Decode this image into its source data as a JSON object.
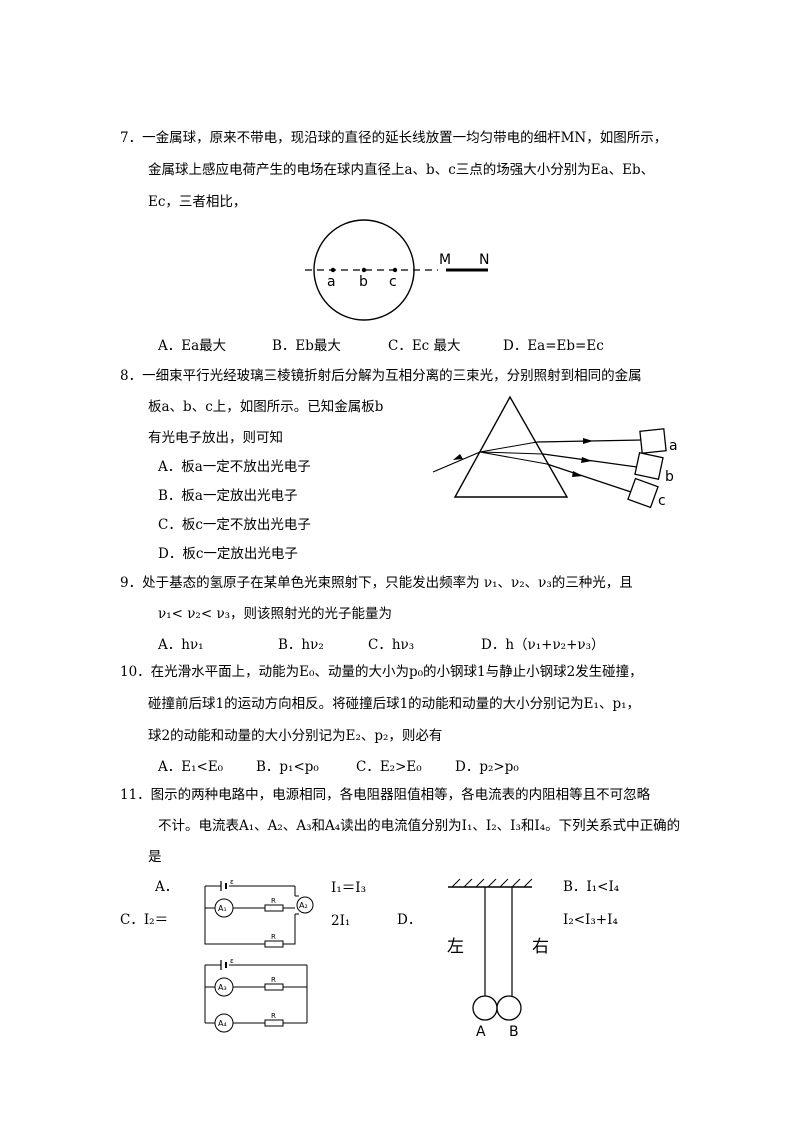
{
  "q7": {
    "line1": "7．一金属球，原来不带电，现沿球的直径的延长线放置一均匀带电的细杆MN，如图所示，",
    "line2": "金属球上感应电荷产生的电场在球内直径上a、b、c三点的场强大小分别为Ea、Eb、",
    "line3": "Ec，三者相比，",
    "fig": {
      "a": "a",
      "b": "b",
      "c": "c",
      "M": "M",
      "N": "N"
    },
    "options": [
      "A．Ea最大",
      "B．Eb最大",
      "C．Ec 最大",
      "D．Ea=Eb=Ec"
    ]
  },
  "q8": {
    "line1": "8．一细束平行光经玻璃三棱镜折射后分解为互相分离的三束光，分别照射到相同的金属",
    "line2": "板a、b、c上，如图所示。已知金属板b",
    "line3": "有光电子放出，则可知",
    "options": [
      "A．板a一定不放出光电子",
      "B．板a一定放出光电子",
      "C．板c一定不放出光电子",
      "D．板c一定放出光电子"
    ],
    "fig": {
      "a": "a",
      "b": "b",
      "c": "c"
    }
  },
  "q9": {
    "line1": "9．处于基态的氢原子在某单色光束照射下，只能发出频率为 ν₁、ν₂、ν₃的三种光，且",
    "line2": "ν₁< ν₂< ν₃，则该照射光的光子能量为",
    "options": [
      "A．hν₁",
      "B．hν₂",
      "C．hν₃",
      "D．h（ν₁+ν₂+ν₃）"
    ]
  },
  "q10": {
    "line1": "10．在光滑水平面上，动能为E₀、动量的大小为p₀的小钢球1与静止小钢球2发生碰撞，",
    "line2": "碰撞前后球1的运动方向相反。将碰撞后球1的动能和动量的大小分别记为E₁、p₁，",
    "line3": "球2的动能和动量的大小分别记为E₂、p₂，则必有",
    "options": [
      "A．E₁<E₀",
      "B．p₁<p₀",
      "C．E₂>E₀",
      "D．p₂>p₀"
    ]
  },
  "q11": {
    "line1": "11．图示的两种电路中，电源相同，各电阻器阻值相等，各电流表的内阻相等且不可忽略",
    "line2": "不计。电流表A₁、A₂、A₃和A₄读出的电流值分别为I₁、I₂、I₃和I₄。下列关系式中正确的",
    "line3": "是",
    "optA_label": "A．",
    "optA_val": "I₁＝I₃",
    "optB": "B．I₁<I₄",
    "optC_label": "C．I₂＝",
    "optC_val": "2I₁",
    "optD_label": "D．",
    "optD_val": "I₂<I₃+I₄",
    "circuit": {
      "e1": "ε",
      "e2": "ε",
      "A1": "A₁",
      "A2": "A₂",
      "A3": "A₃",
      "A4": "A₄",
      "R": "R"
    },
    "pend": {
      "left": "左",
      "right": "右",
      "A": "A",
      "B": "B"
    }
  }
}
